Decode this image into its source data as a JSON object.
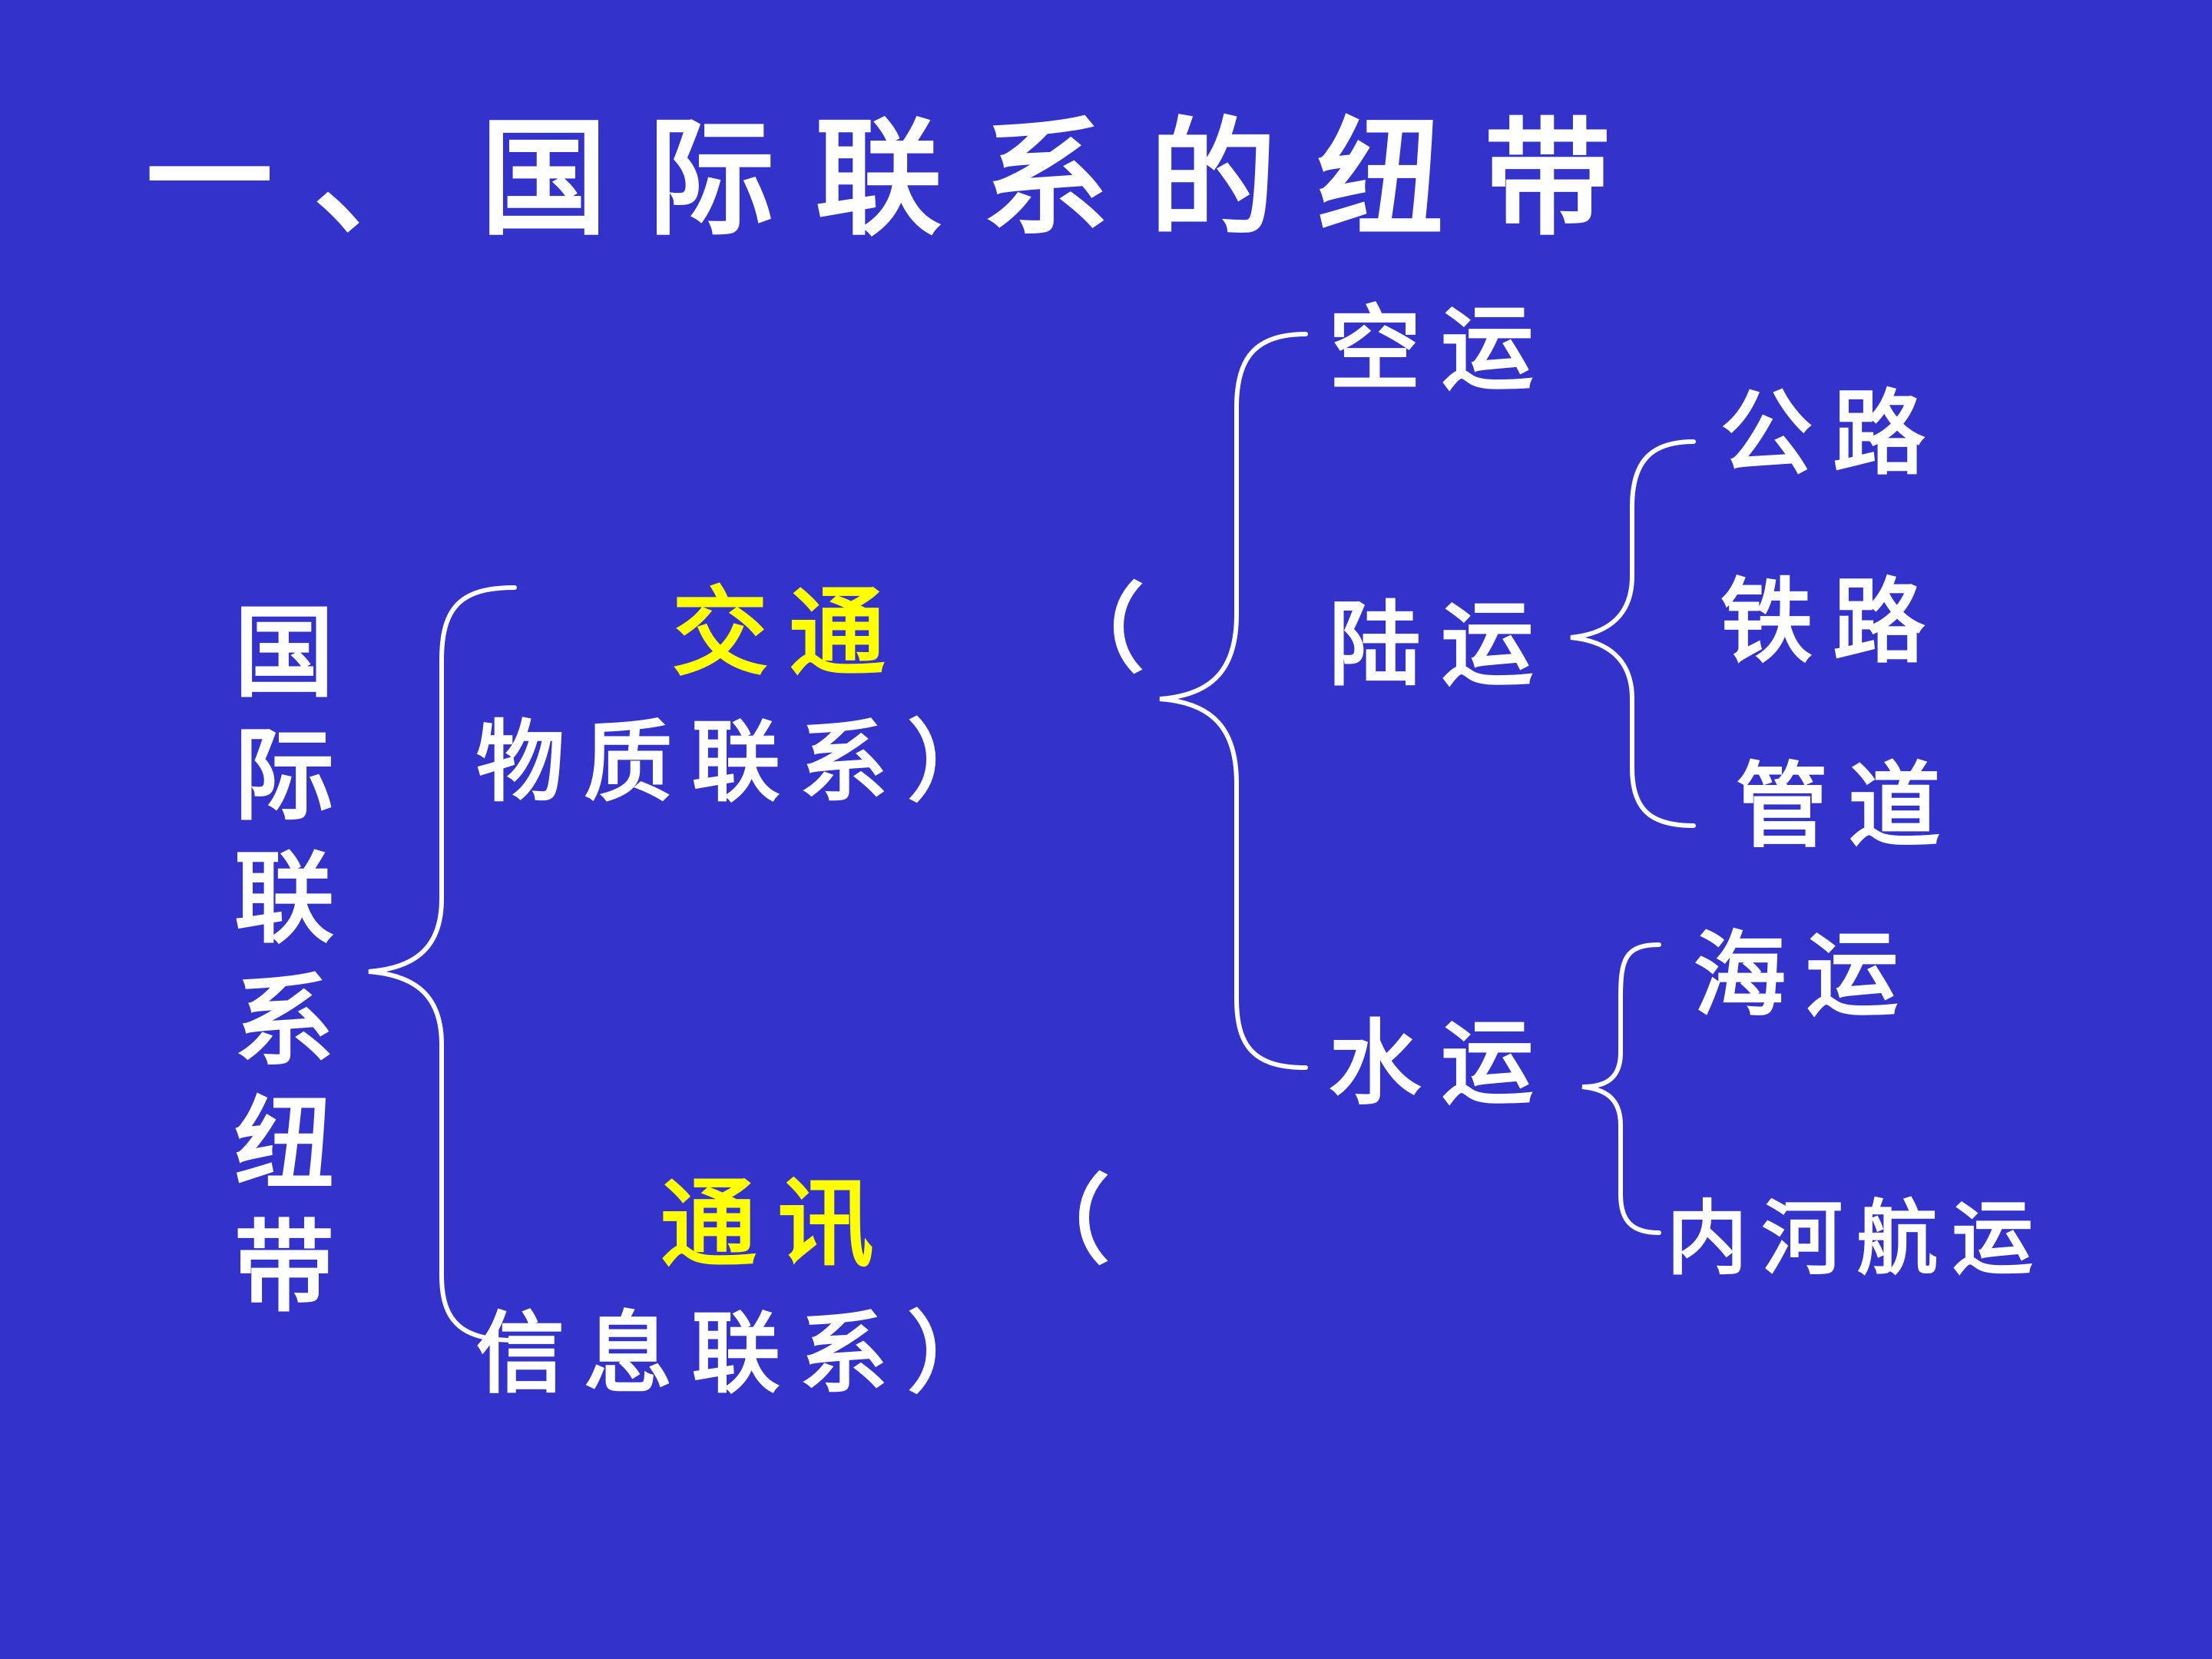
{
  "title": "一、国际联系的纽带",
  "root": {
    "chars": [
      "国",
      "际",
      "联",
      "系",
      "纽",
      "带"
    ]
  },
  "transport": {
    "label": "交通",
    "open_paren": "（",
    "desc": "物质联系）",
    "children": {
      "air": "空运",
      "land": {
        "label": "陆运",
        "children": [
          "公路",
          "铁路",
          "管道"
        ]
      },
      "water": {
        "label": "水运",
        "children": [
          "海运",
          "内河航运"
        ]
      }
    }
  },
  "communication": {
    "label": "通讯",
    "open_paren": "（",
    "desc": "信息联系）"
  },
  "colors": {
    "background": "#3333cc",
    "text": "#ffffff",
    "highlight": "#ffff00"
  }
}
